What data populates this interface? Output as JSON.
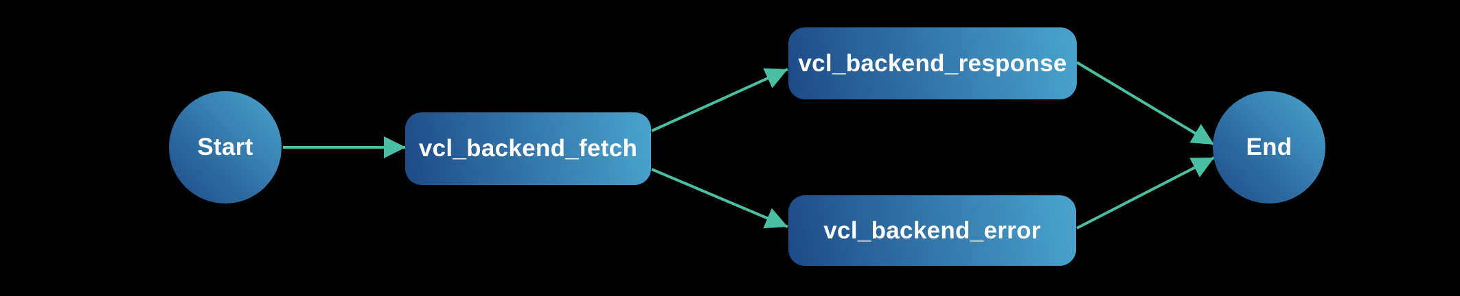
{
  "diagram": {
    "type": "flowchart",
    "orientation": "left-to-right",
    "nodes": [
      {
        "id": "start",
        "shape": "circle",
        "label": "Start"
      },
      {
        "id": "vcl_backend_fetch",
        "shape": "rounded-rect",
        "label": "vcl_backend_fetch"
      },
      {
        "id": "vcl_backend_response",
        "shape": "rounded-rect",
        "label": "vcl_backend_response"
      },
      {
        "id": "vcl_backend_error",
        "shape": "rounded-rect",
        "label": "vcl_backend_error"
      },
      {
        "id": "end",
        "shape": "circle",
        "label": "End"
      }
    ],
    "edges": [
      {
        "from": "start",
        "to": "vcl_backend_fetch"
      },
      {
        "from": "vcl_backend_fetch",
        "to": "vcl_backend_response"
      },
      {
        "from": "vcl_backend_fetch",
        "to": "vcl_backend_error"
      },
      {
        "from": "vcl_backend_response",
        "to": "end"
      },
      {
        "from": "vcl_backend_error",
        "to": "end"
      }
    ]
  },
  "theme": {
    "bg": "#000000",
    "arrow": "#4abfa4",
    "node-dark": "#1d4a86",
    "node-light": "#4aa4ce",
    "text": "#ffffff"
  }
}
